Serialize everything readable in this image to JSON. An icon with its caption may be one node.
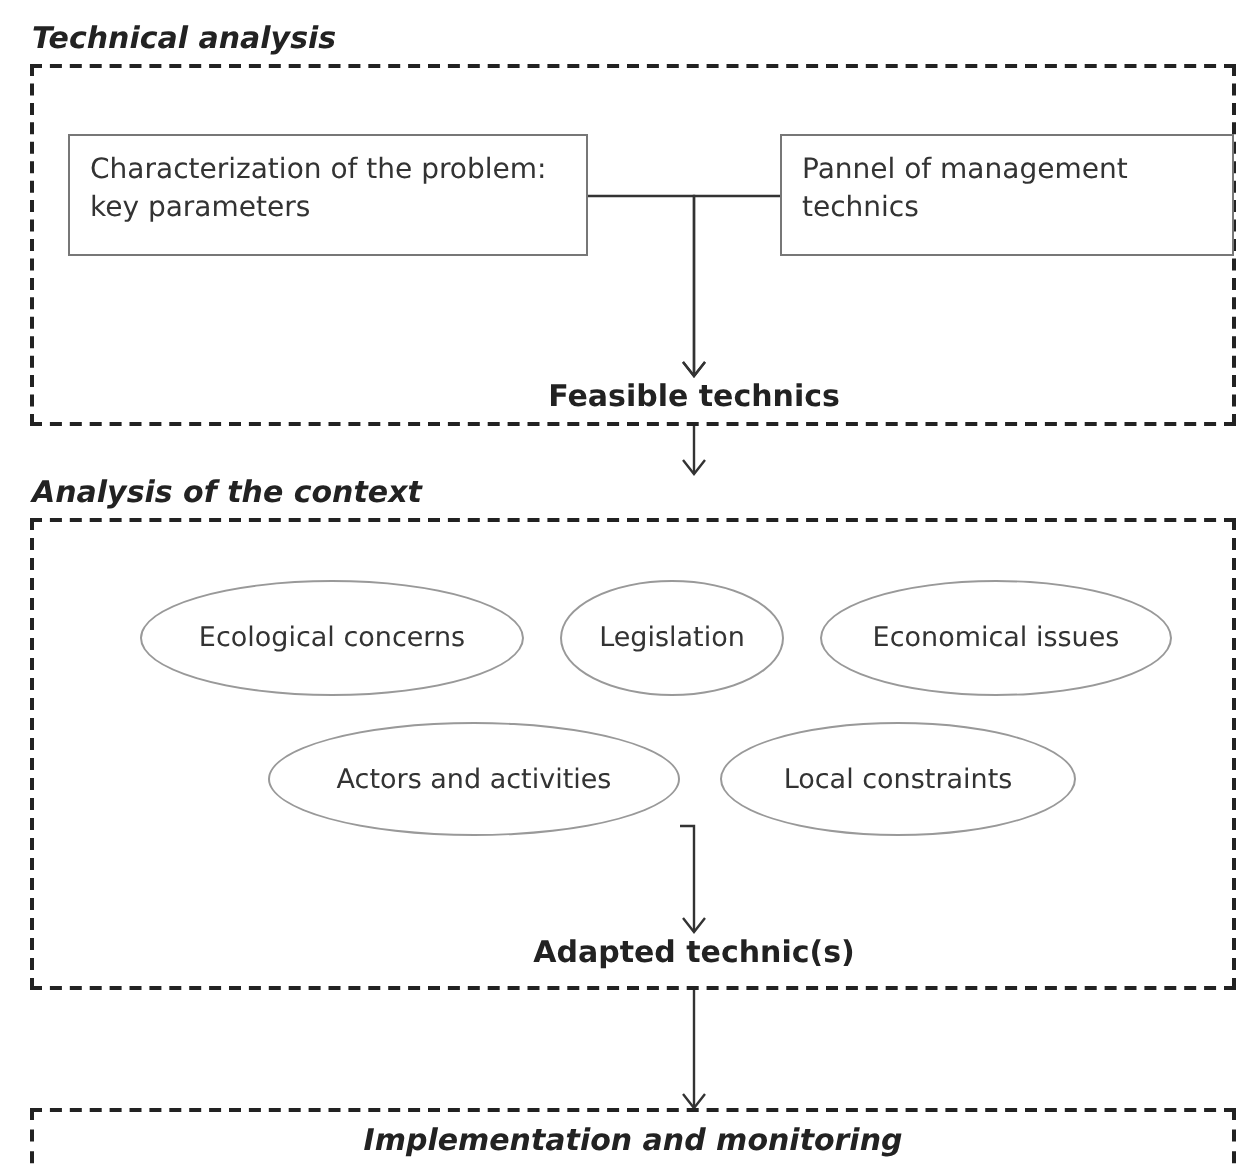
{
  "diagram": {
    "nodes": [
      {
        "text": [
          "Technical analysis"
        ]
      },
      {
        "text": [
          "Characterization of the problem: key parameters"
        ],
        "in": 0
      },
      {
        "text": [
          "Pannel of management technics"
        ],
        "in": 0
      },
      {
        "text": [
          "Feasible technics"
        ],
        "in": 0
      },
      {
        "text": [
          "Analysis of the context"
        ]
      },
      {
        "text": [
          "Ecological concerns"
        ],
        "in": 4
      },
      {
        "text": [
          "Legislation"
        ],
        "in": 4
      },
      {
        "text": [
          "Economical issues"
        ],
        "in": 4
      },
      {
        "text": [
          "Actors and activities"
        ],
        "in": 4
      },
      {
        "text": [
          "Local constraints"
        ],
        "in": 4
      },
      {
        "text": [
          "Adapted technic(s)"
        ],
        "in": 4
      },
      {
        "text": [
          "Implementation and monitoring"
        ]
      }
    ],
    "edges": [
      {
        "from": 1,
        "to": 3,
        "arrow": "to"
      },
      {
        "from": 2,
        "to": 3,
        "arrow": "to"
      },
      {
        "from": 0,
        "to": 4,
        "arrow": "to"
      },
      {
        "from": 8,
        "to": 10,
        "arrow": "to"
      },
      {
        "from": 4,
        "to": 11,
        "arrow": "to"
      }
    ]
  }
}
